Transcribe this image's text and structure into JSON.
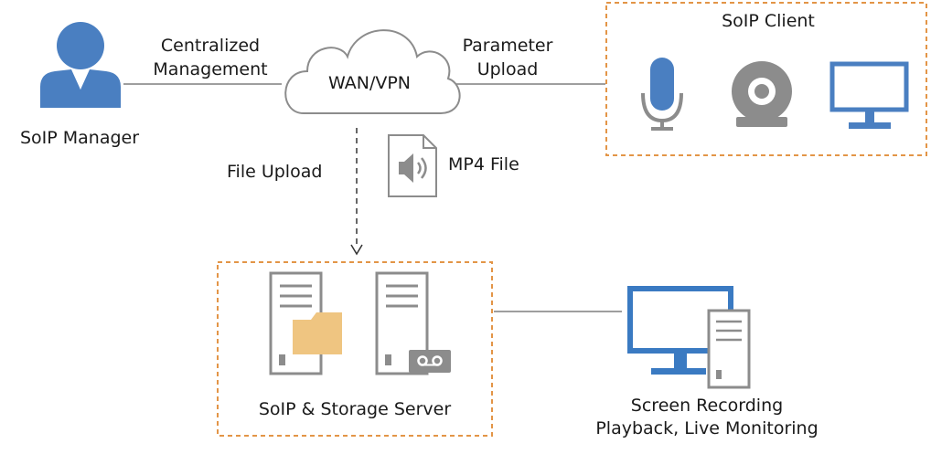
{
  "labels": {
    "manager": "SoIP Manager",
    "centralized_line1": "Centralized",
    "centralized_line2": "Management",
    "wan": "WAN/VPN",
    "parameter_line1": "Parameter",
    "parameter_line2": "Upload",
    "client_title": "SoIP Client",
    "file_upload": "File Upload",
    "mp4": "MP4 File",
    "server": "SoIP & Storage Server",
    "monitor_line1": "Screen Recording",
    "monitor_line2": "Playback, Live Monitoring"
  },
  "icons": [
    "person-icon",
    "cloud-icon",
    "microphone-icon",
    "webcam-icon",
    "monitor-icon",
    "audio-file-icon",
    "server-icon",
    "folder-icon",
    "tape-icon",
    "workstation-icon"
  ],
  "colors": {
    "blue": "#4a7fc1",
    "monitor_blue": "#3a7ac2",
    "gray": "#8c8c8c",
    "dashed_box": "#e39547",
    "folder": "#efc581",
    "line": "#7f7f7f"
  }
}
